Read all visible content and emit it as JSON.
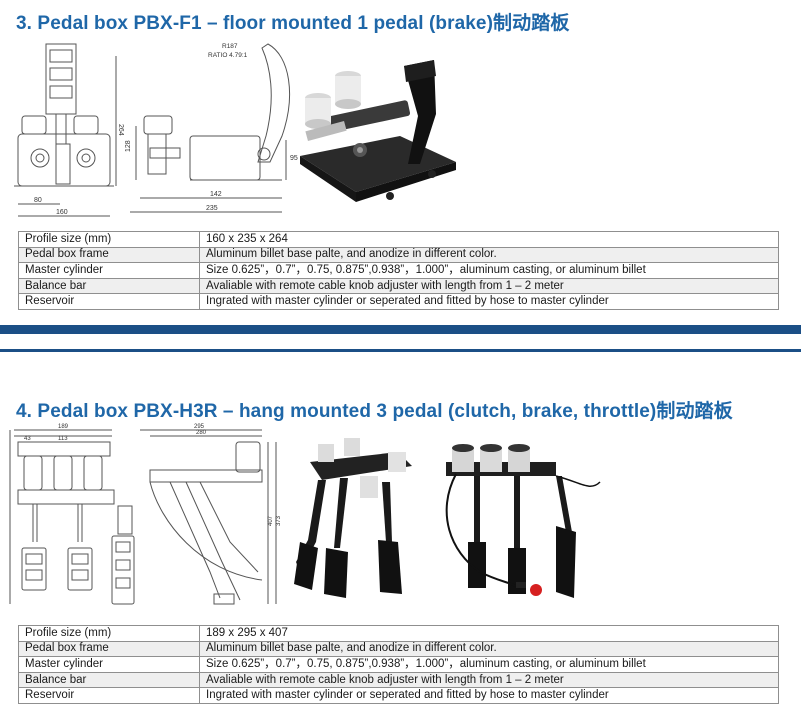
{
  "section3": {
    "title": "3. Pedal box PBX-F1 – floor mounted 1 pedal (brake)制动踏板",
    "drawing_labels": {
      "r": "R187",
      "ratio": "RATIO 4.79:1",
      "d264": "264",
      "d128": "128",
      "d95": "95",
      "d80": "80",
      "d160": "160",
      "d142": "142",
      "d235": "235"
    },
    "specs": [
      {
        "label": "Profile size (mm)",
        "value": "160 x 235 x 264"
      },
      {
        "label": "Pedal box frame",
        "value": "Aluminum billet base palte, and anodize in different color."
      },
      {
        "label": "Master cylinder",
        "value": "Size 0.625”，0.7”，0.75, 0.875”,0.938”，1.000”，aluminum casting, or aluminum billet"
      },
      {
        "label": "Balance bar",
        "value": "Avaliable with remote cable knob adjuster with length from 1 – 2 meter"
      },
      {
        "label": "Reservoir",
        "value": "Ingrated with master cylinder or seperated and fitted by hose to master cylinder"
      }
    ]
  },
  "section4": {
    "title": "4. Pedal box PBX-H3R – hang mounted 3 pedal (clutch, brake, throttle)制动踏板",
    "drawing_labels": {
      "d189": "189",
      "d43": "43",
      "d113": "113",
      "d295": "295",
      "d280": "280",
      "d407": "407",
      "d373": "373"
    },
    "specs": [
      {
        "label": "Profile size (mm)",
        "value": "189 x 295 x 407"
      },
      {
        "label": "Pedal box frame",
        "value": "Aluminum billet base palte, and anodize in different color."
      },
      {
        "label": "Master cylinder",
        "value": "Size 0.625”，0.7”，0.75, 0.875”,0.938”，1.000”，aluminum casting, or aluminum billet"
      },
      {
        "label": "Balance bar",
        "value": "Avaliable with remote cable knob adjuster with length from 1 – 2 meter"
      },
      {
        "label": "Reservoir",
        "value": "Ingrated with master cylinder or seperated and fitted by hose to master cylinder"
      }
    ]
  },
  "colors": {
    "heading": "#1f67a8",
    "band": "#1b4f86",
    "pedal": "#1c1c1c",
    "line_drawing": "#555555"
  }
}
